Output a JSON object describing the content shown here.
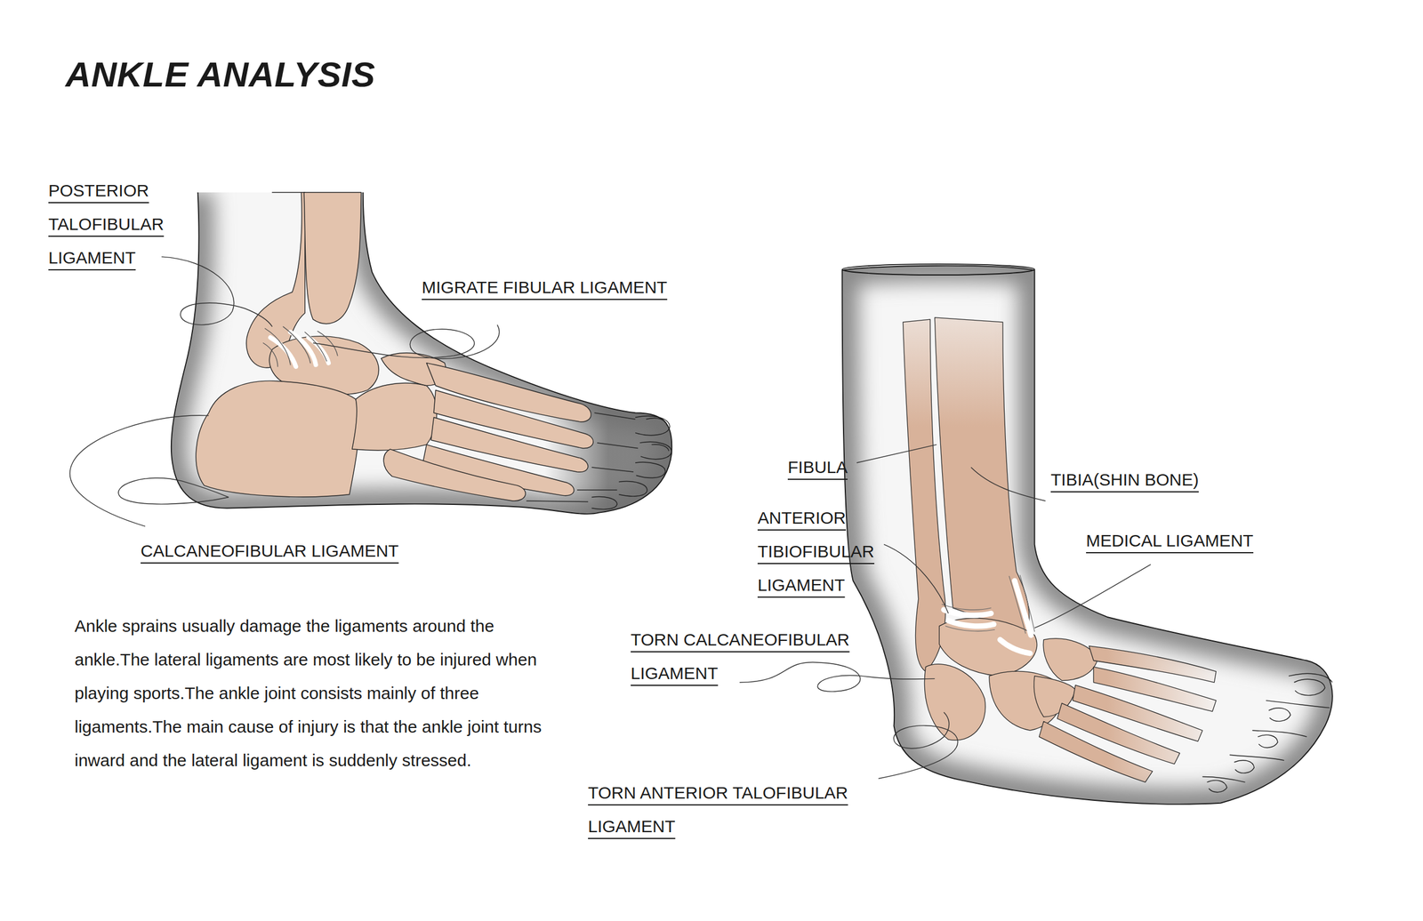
{
  "diagram": {
    "title": "ANKLE ANALYSIS",
    "labels": [
      "POSTERIOR TALOFIBULAR LIGAMENT",
      "MIGRATE FIBULAR LIGAMENT",
      "CALCANEOFIBULAR LIGAMENT",
      "Ankle sprains usually damage the ligaments around the ankle.The lateral ligaments are most likely to be injured when playing sports.The ankle joint consists mainly of three ligaments.The main cause of injury is that the ankle joint turns inward and the lateral ligament is suddenly stressed.",
      "FIBULA",
      "ANTERIOR TIBIOFIBULAR LIGAMENT",
      "TIBIA(SHIN BONE)",
      "MEDICAL LIGAMENT",
      "TORN CALCANEOFIBULAR LIGAMENT",
      "TORN ANTERIOR TALOFIBULAR LIGAMENT"
    ]
  }
}
